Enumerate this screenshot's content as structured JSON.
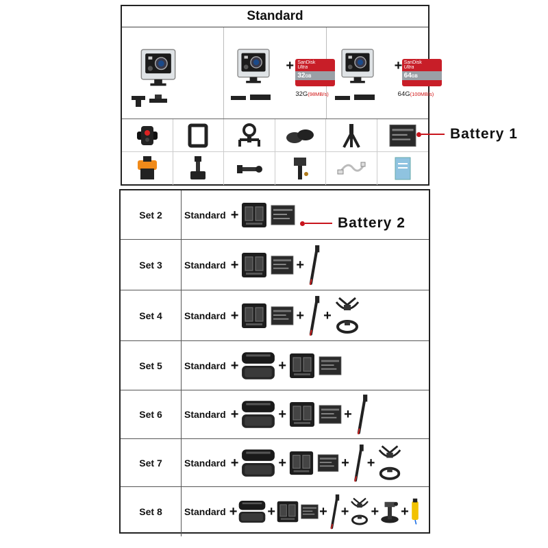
{
  "standard": {
    "title": "Standard",
    "cam_cells": [
      {
        "caption": ""
      },
      {
        "card_brand": "SanDisk",
        "card_line": "Ultra",
        "card_size": "32",
        "card_unit": "GB",
        "caption_main": "32G",
        "caption_speed": "(98MB/s)"
      },
      {
        "card_brand": "SanDisk",
        "card_line": "Ultra",
        "card_size": "64",
        "card_unit": "GB",
        "caption_main": "64G",
        "caption_speed": "(100MB/s)"
      }
    ],
    "plus": "+"
  },
  "callouts": {
    "battery1": "Battery 1",
    "battery2": "Battery 2"
  },
  "sets": [
    {
      "label": "Set 2",
      "standard": "Standard"
    },
    {
      "label": "Set 3",
      "standard": "Standard"
    },
    {
      "label": "Set 4",
      "standard": "Standard"
    },
    {
      "label": "Set 5",
      "standard": "Standard"
    },
    {
      "label": "Set 6",
      "standard": "Standard"
    },
    {
      "label": "Set 7",
      "standard": "Standard"
    },
    {
      "label": "Set 8",
      "standard": "Standard"
    }
  ],
  "colors": {
    "callout": "#c8141c",
    "card": "#c81e28",
    "speed": "#d01010"
  }
}
